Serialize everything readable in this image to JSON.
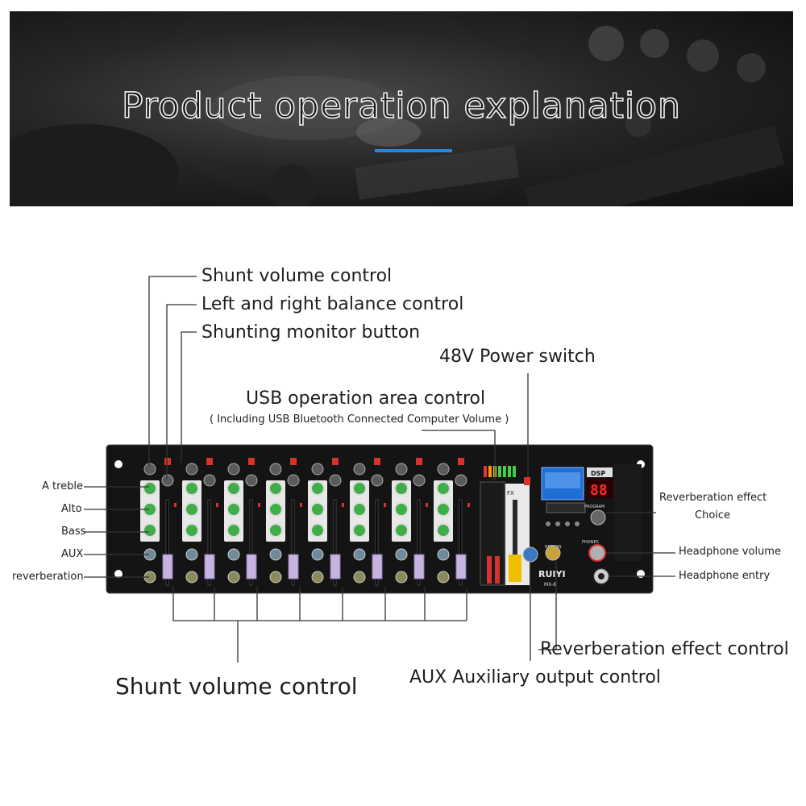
{
  "banner": {
    "title": "Product operation explanation"
  },
  "callouts": {
    "shunt_volume_top": "Shunt volume control",
    "balance": "Left and right balance control",
    "monitor_button": "Shunting monitor button",
    "power_48v": "48V Power switch",
    "usb_area": "USB operation area control",
    "usb_area_note": "( Including USB Bluetooth Connected Computer Volume )",
    "treble": "A treble",
    "alto": "Alto",
    "bass": "Bass",
    "aux": "AUX",
    "reverberation": "reverberation",
    "reverb_choice_line1": "Reverberation effect",
    "reverb_choice_line2": "Choice",
    "headphone_volume": "Headphone volume",
    "headphone_entry": "Headphone entry",
    "reverb_control": "Reverberation effect control",
    "aux_output": "AUX Auxiliary output control",
    "shunt_volume_bottom": "Shunt volume control"
  },
  "device": {
    "brand": "RUIYI",
    "model": "MX-8",
    "dsp_label": "DSP",
    "dsp_display": "88",
    "fx_label": "FX",
    "program_label": "PROGRAM",
    "return_label": "RETURN",
    "phones_label": "PHONES"
  },
  "colors": {
    "panel": "#151515",
    "knob_green": "#3fae49",
    "button_red": "#d8322d",
    "fader_cap": "#c7b3e0",
    "lcd_blue": "#1f6fd6",
    "led_red": "#ff2a2a",
    "accent_blue": "#2a86d6"
  }
}
